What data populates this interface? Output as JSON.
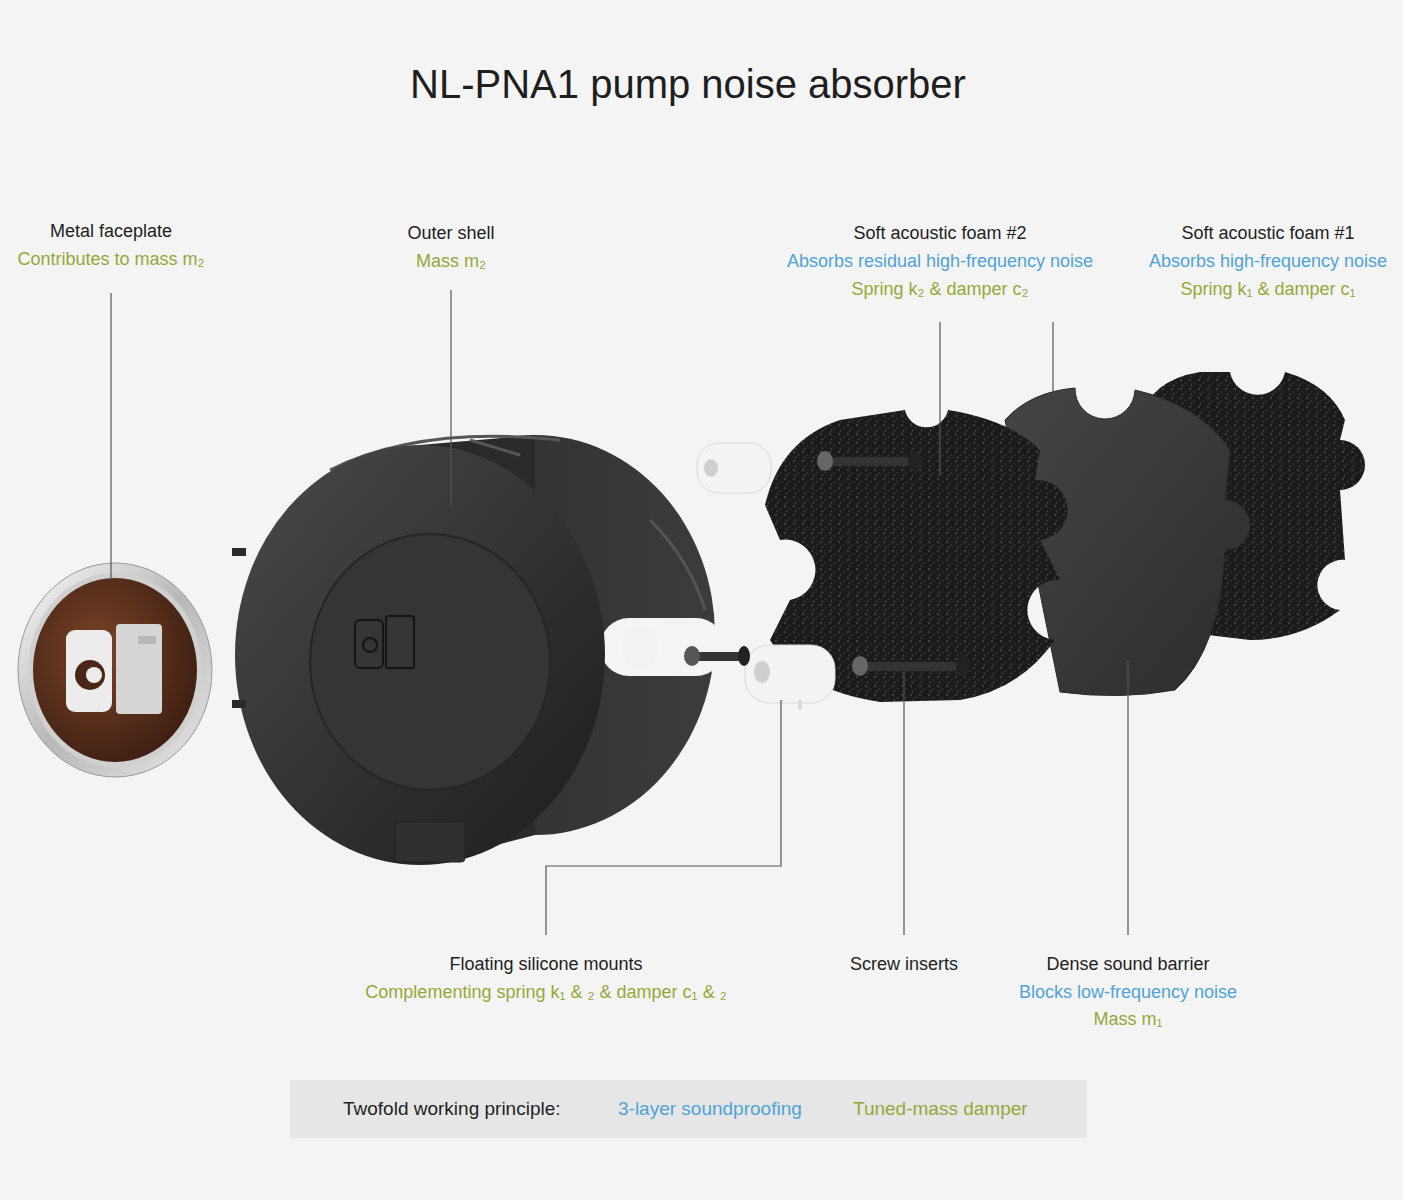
{
  "diagram": {
    "title": "NL-PNA1 pump noise absorber",
    "nodes": [
      {
        "text": [
          "Twofold working principle:",
          "3-layer soundproofing",
          "Tuned-mass damper"
        ]
      }
    ],
    "labels": [
      "Metal faceplate",
      "Contributes to mass m₂",
      "Outer shell",
      "Mass m₂",
      "Soft acoustic foam #2",
      "Absorbs residual high-frequency noise",
      "Spring k₂ & damper c₂",
      "Soft acoustic foam #1",
      "Absorbs high-frequency noise",
      "Spring k₁ & damper c₁",
      "Floating silicone mounts",
      "Complementing spring k₁ & ₂ & damper c₁ & ₂",
      "Screw inserts",
      "Dense sound barrier",
      "Blocks low-frequency noise",
      "Mass m₁"
    ]
  }
}
